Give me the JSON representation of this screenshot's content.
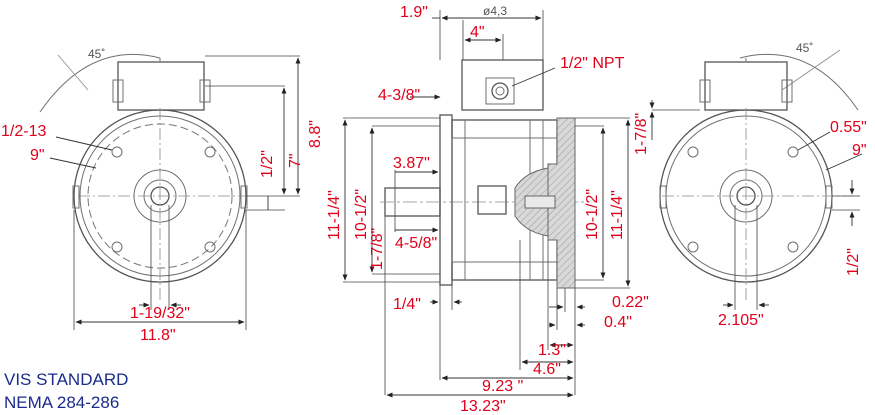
{
  "caption": {
    "line1": "VIS STANDARD",
    "line2": "NEMA 284-286"
  },
  "left_view": {
    "angle_label": "45˚",
    "thread_label": "1/2-13",
    "bolt_circle_label": "9\"",
    "height_label_small": "1/2\"",
    "height_label_mid": "7\"",
    "height_label_total": "8.8\"",
    "bore_label": "1-19/32\"",
    "width_label": "11.8\""
  },
  "side_view": {
    "top_width_label": "1.9\"",
    "pipe_dia_label": "ø4,3",
    "box_width_label": "4\"",
    "npt_label": "1/2\" NPT",
    "depth_label": "4-3/8\"",
    "dia_outer_label": "11-1/4\"",
    "dia_pilot_label": "10-1/2\"",
    "shaft_length_label": "3.87\"",
    "shaft_dia_label": "1-7/8\"",
    "shaft_step_label": "4-5/8\"",
    "right_pilot_label": "10-1/2\"",
    "right_outer_label": "11-1/4\"",
    "flange_gap_label": "1/4\"",
    "flange_thk_label": "0.22\"",
    "flange_depth_label": "0.4\"",
    "hub_label": "1.3\"",
    "hub_depth_label": "4.6\"",
    "overall_inner_label": "9.23 \"",
    "overall_label": "13.23\""
  },
  "right_view": {
    "angle_label": "45˚",
    "height_label": "1-7/8\"",
    "hole_label": "0.55\"",
    "bolt_circle_label": "9\"",
    "offset_label": "1/2\"",
    "keyway_label": "2.105\""
  },
  "colors": {
    "dimension": "#e1001a",
    "caption": "#1a2b8c",
    "line": "#6f6f6f"
  }
}
